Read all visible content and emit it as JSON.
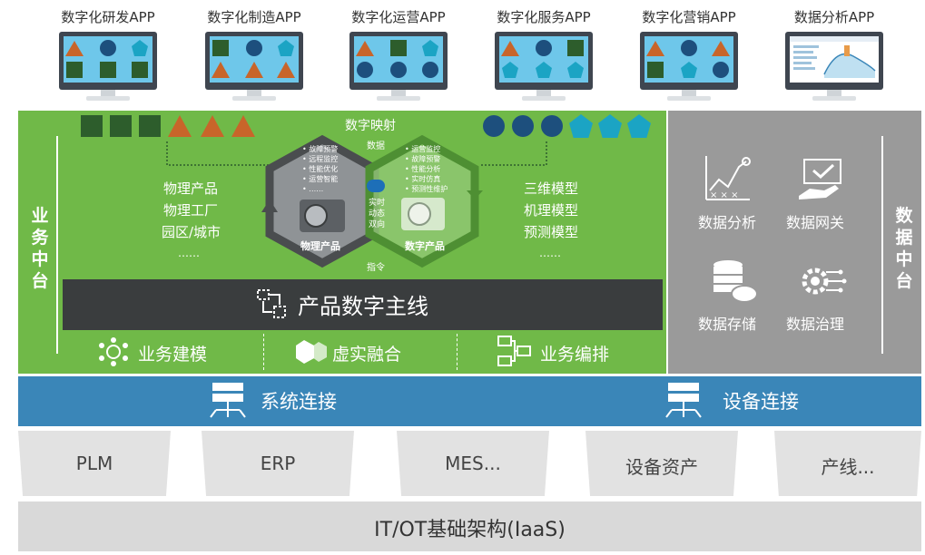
{
  "apps": [
    {
      "title": "数字化研发APP"
    },
    {
      "title": "数字化制造APP"
    },
    {
      "title": "数字化运营APP"
    },
    {
      "title": "数字化服务APP"
    },
    {
      "title": "数字化营销APP"
    },
    {
      "title": "数据分析APP"
    }
  ],
  "business_center": {
    "label": "业务中台",
    "mapping_title": "数字映射",
    "data_label": "数据",
    "command_label": "指令",
    "left_items": [
      "物理产品",
      "物理工厂",
      "园区/城市",
      "……"
    ],
    "right_items": [
      "三维模型",
      "机理模型",
      "预测模型",
      "……"
    ],
    "physical_hex": {
      "title": "物理产品",
      "bullets": [
        "• 故障预警",
        "• 远程监控",
        "• 性能优化",
        "• 运营智能",
        "• ……"
      ]
    },
    "digital_hex": {
      "title": "数字产品",
      "bullets": [
        "• 运营监控",
        "• 故障预警",
        "• 性能分析",
        "• 实时仿真",
        "• 预测性维护"
      ]
    },
    "cloud_text": [
      "实时",
      "动态",
      "双向"
    ],
    "main_thread": "产品数字主线",
    "bottom": [
      {
        "label": "业务建模",
        "icon": "network-icon"
      },
      {
        "label": "虚实融合",
        "icon": "fusion-icon"
      },
      {
        "label": "业务编排",
        "icon": "orchestration-icon"
      }
    ]
  },
  "data_center": {
    "label": "数据中台",
    "items": [
      {
        "label": "数据分析",
        "icon": "analysis-chart-icon"
      },
      {
        "label": "数据网关",
        "icon": "gateway-hand-icon"
      },
      {
        "label": "数据存储",
        "icon": "database-cloud-icon"
      },
      {
        "label": "数据治理",
        "icon": "gear-circuit-icon"
      }
    ]
  },
  "connections": [
    {
      "label": "系统连接",
      "icon": "server-icon"
    },
    {
      "label": "设备连接",
      "icon": "server-icon"
    }
  ],
  "systems": [
    "PLM",
    "ERP",
    "MES...",
    "设备资产",
    "产线..."
  ],
  "infrastructure": "IT/OT基础架构(IaaS)",
  "colors": {
    "business_green": "#70b948",
    "data_gray": "#9a9a9a",
    "connect_blue": "#3a86b8",
    "thread_dark": "#3a3d3e",
    "shape_green": "#2d5d2c",
    "shape_orange": "#c8652a",
    "shape_navy": "#1d4f7d",
    "shape_cyan": "#1ba4c4"
  }
}
